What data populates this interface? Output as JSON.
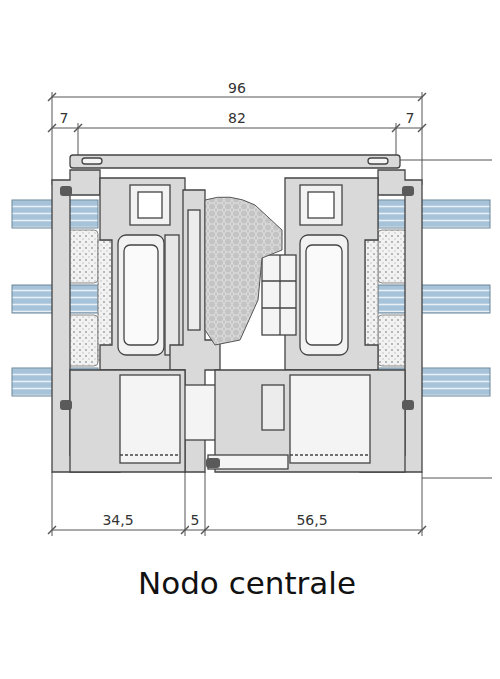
{
  "diagram": {
    "caption": "Nodo centrale",
    "labels": [
      "96",
      "7",
      "82",
      "7",
      "34,5",
      "5",
      "56,5"
    ]
  }
}
